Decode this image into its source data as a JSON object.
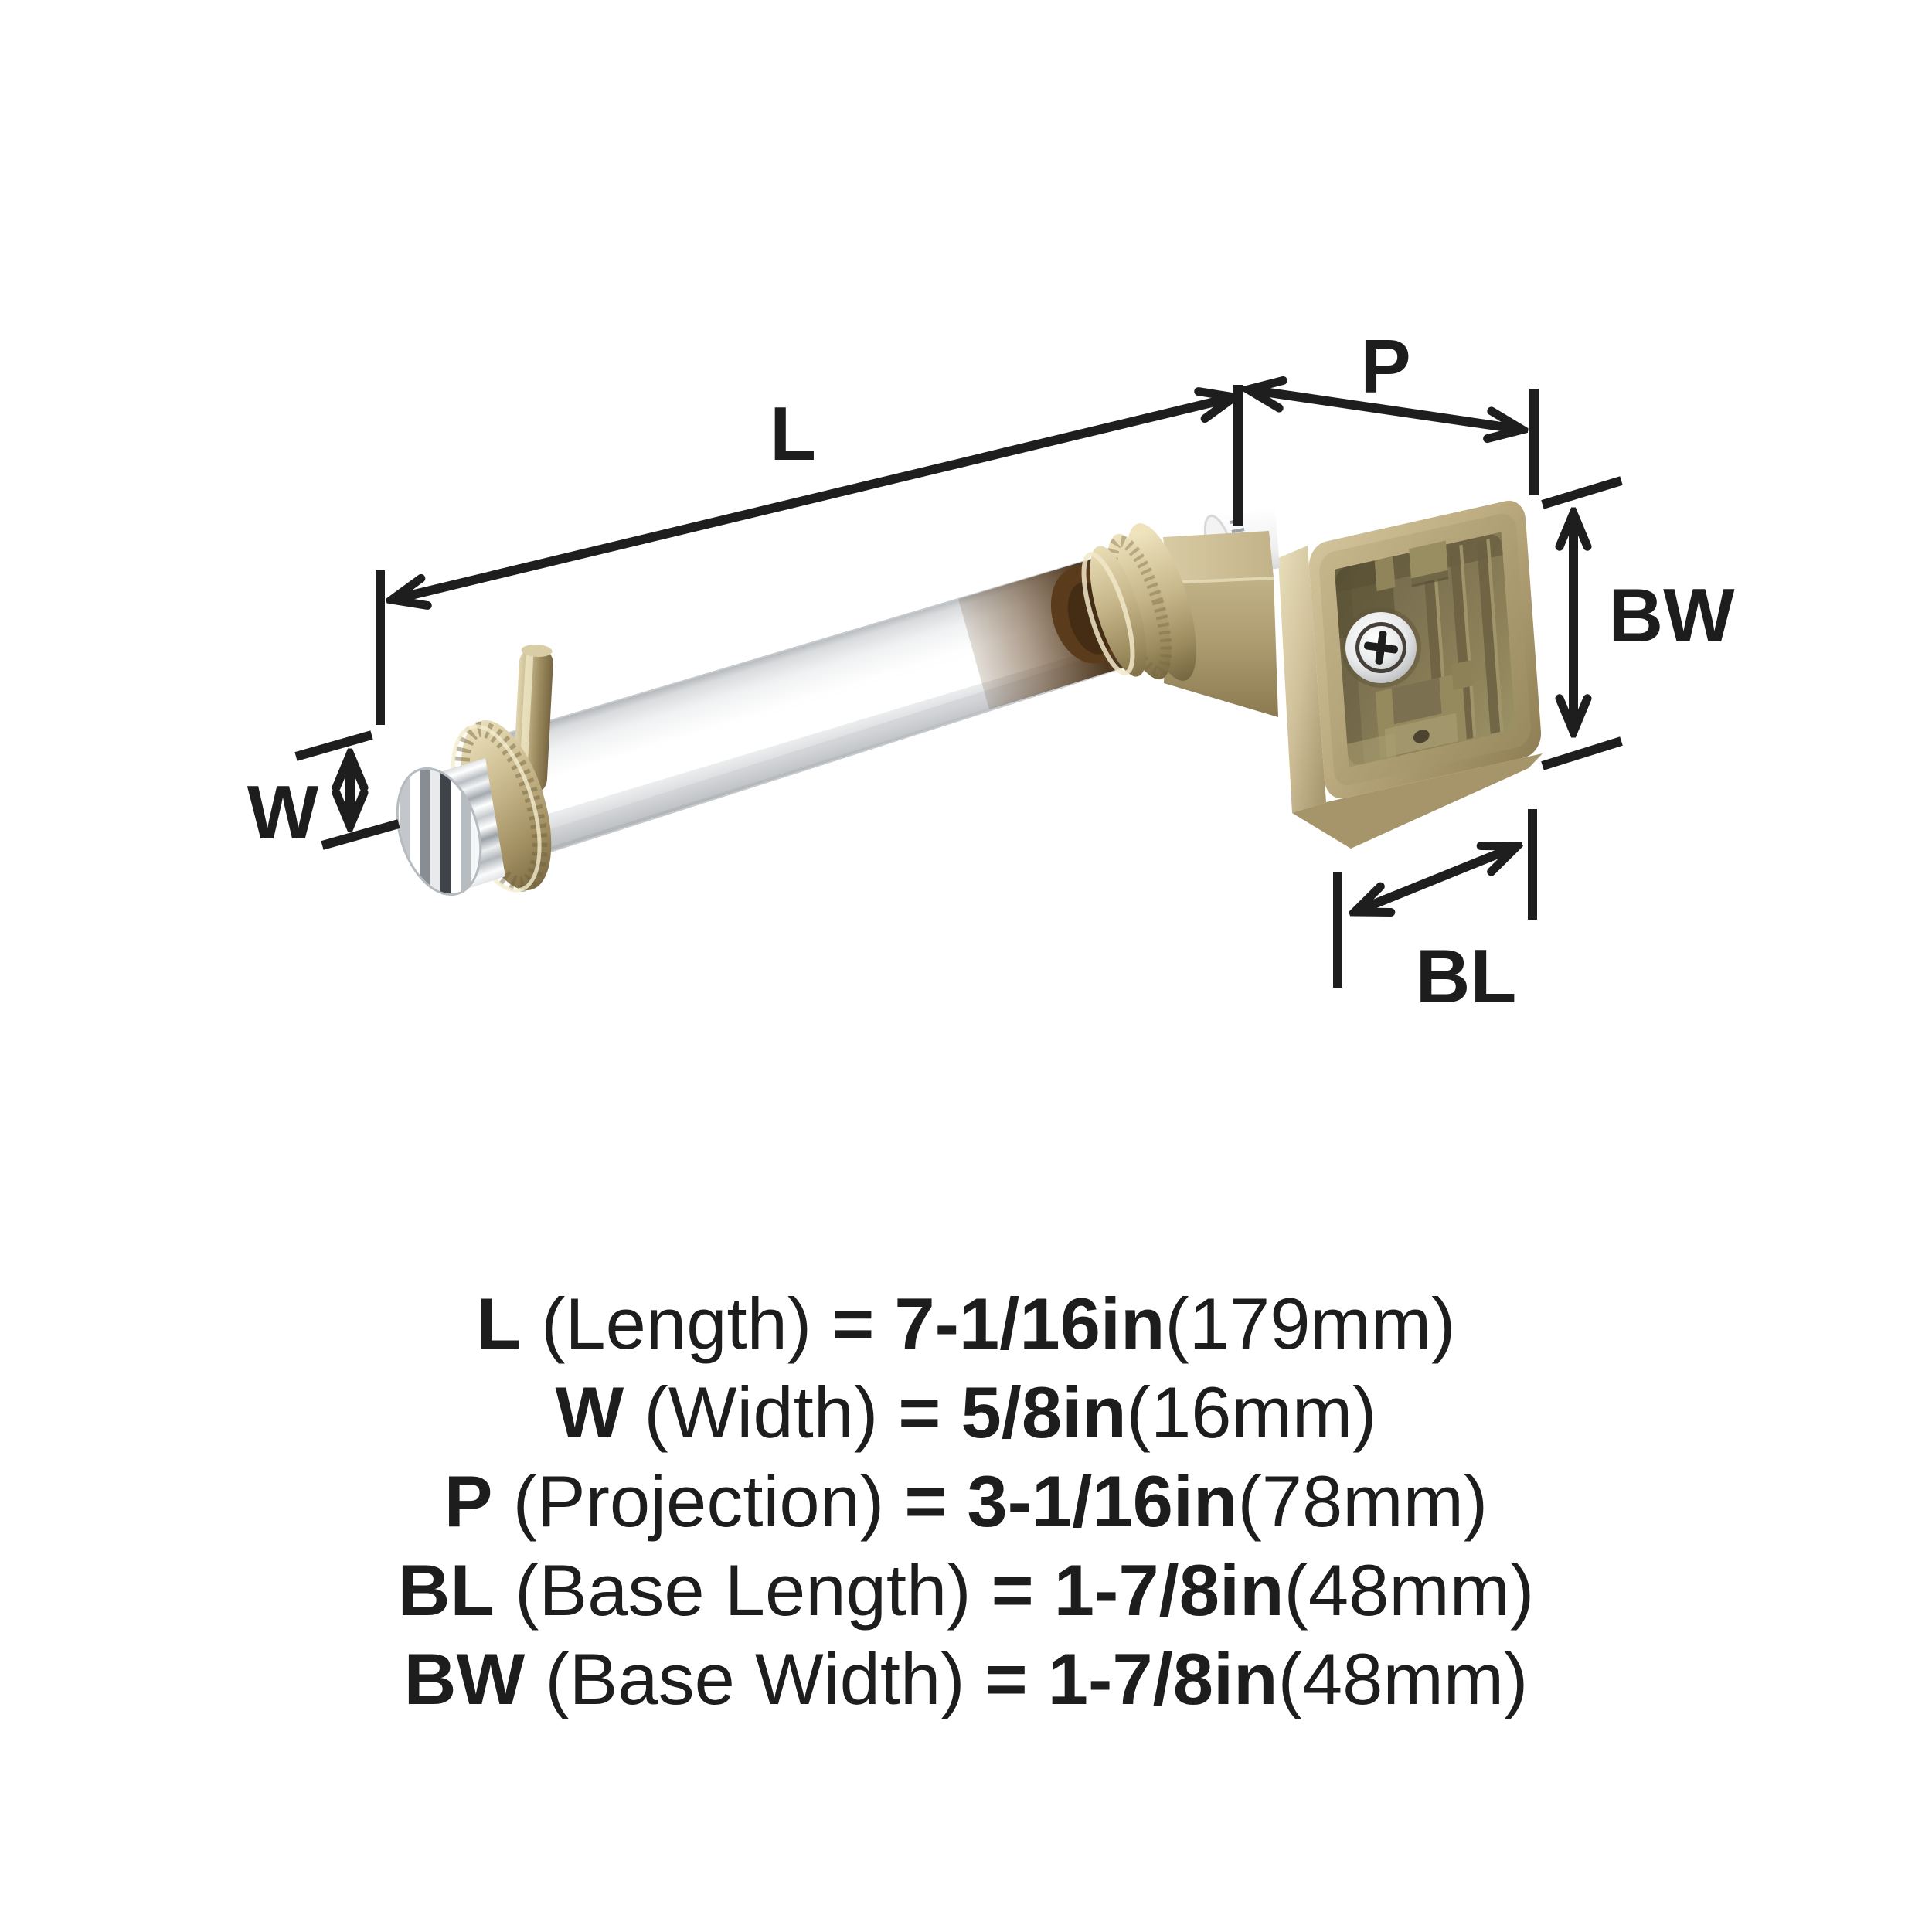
{
  "diagram": {
    "dim_labels": {
      "L": "L",
      "P": "P",
      "W": "W",
      "BW": "BW",
      "BL": "BL"
    }
  },
  "specs": [
    {
      "symbol": "L",
      "name": "(Length)",
      "eq": "=",
      "value": "7-1/16in",
      "metric": "(179mm)"
    },
    {
      "symbol": "W",
      "name": "(Width)",
      "eq": "=",
      "value": "5/8in",
      "metric": "(16mm)"
    },
    {
      "symbol": "P",
      "name": "(Projection)",
      "eq": "=",
      "value": "3-1/16in",
      "metric": "(78mm)"
    },
    {
      "symbol": "BL",
      "name": "(Base Length)",
      "eq": "=",
      "value": "1-7/8in",
      "metric": "(48mm)"
    },
    {
      "symbol": "BW",
      "name": "(Base Width)",
      "eq": "=",
      "value": "1-7/8in",
      "metric": "(48mm)"
    }
  ],
  "colors": {
    "text": "#1d1d1d",
    "dimension_line": "#1e1e1e",
    "brass": "#b7a77c",
    "brass_bright": "#e3d8b2",
    "brass_dark": "#7e6d46",
    "plate_recess": "#857a52",
    "chrome": "#e6e7e8",
    "acrylic": "#ffffff"
  }
}
